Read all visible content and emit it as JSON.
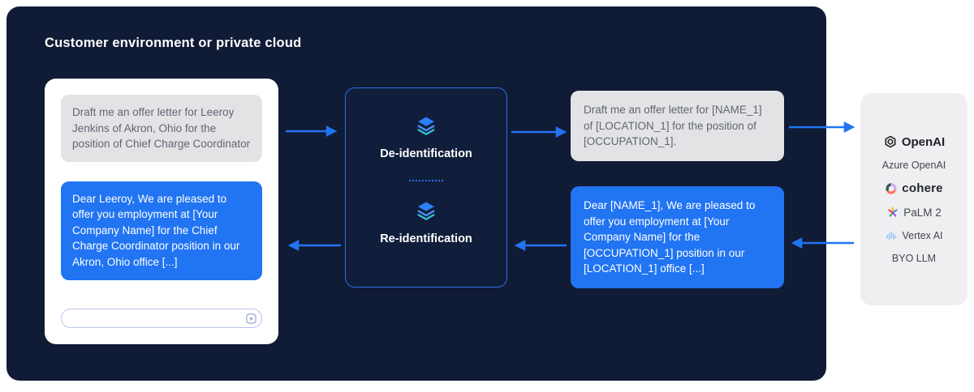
{
  "title": "Customer environment or private cloud",
  "chat": {
    "user_message": "Draft me an offer letter for Leeroy Jenkins of Akron, Ohio for the position of Chief Charge Coordinator",
    "assistant_message": "Dear Leeroy, We are pleased to offer you employment at [Your Company Name] for the Chief Charge Coordinator position in our Akron, Ohio office [...]",
    "input_value": ""
  },
  "privacy_box": {
    "deidentification_label": "De-identification",
    "reidentification_label": "Re-identification"
  },
  "redacted": {
    "user_message": "Draft me an offer letter for [NAME_1] of [LOCATION_1] for the position of [OCCUPATION_1].",
    "assistant_message": "Dear [NAME_1], We are pleased to offer you employment at [Your Company Name] for the [OCCUPATION_1] position in our [LOCATION_1] office [...]"
  },
  "llm": {
    "items": [
      {
        "label": "OpenAI",
        "icon": "openai-icon"
      },
      {
        "label": "Azure OpenAI",
        "icon": ""
      },
      {
        "label": "cohere",
        "icon": "cohere-icon"
      },
      {
        "label": "PaLM 2",
        "icon": "palm-icon"
      },
      {
        "label": "Vertex AI",
        "icon": "vertex-icon"
      },
      {
        "label": "BYO LLM",
        "icon": ""
      }
    ]
  },
  "colors": {
    "accent_blue": "#2174F2",
    "dark_background": "#101B35",
    "bubble_gray": "#E3E3E6",
    "panel_gray": "#EFEFF1"
  }
}
